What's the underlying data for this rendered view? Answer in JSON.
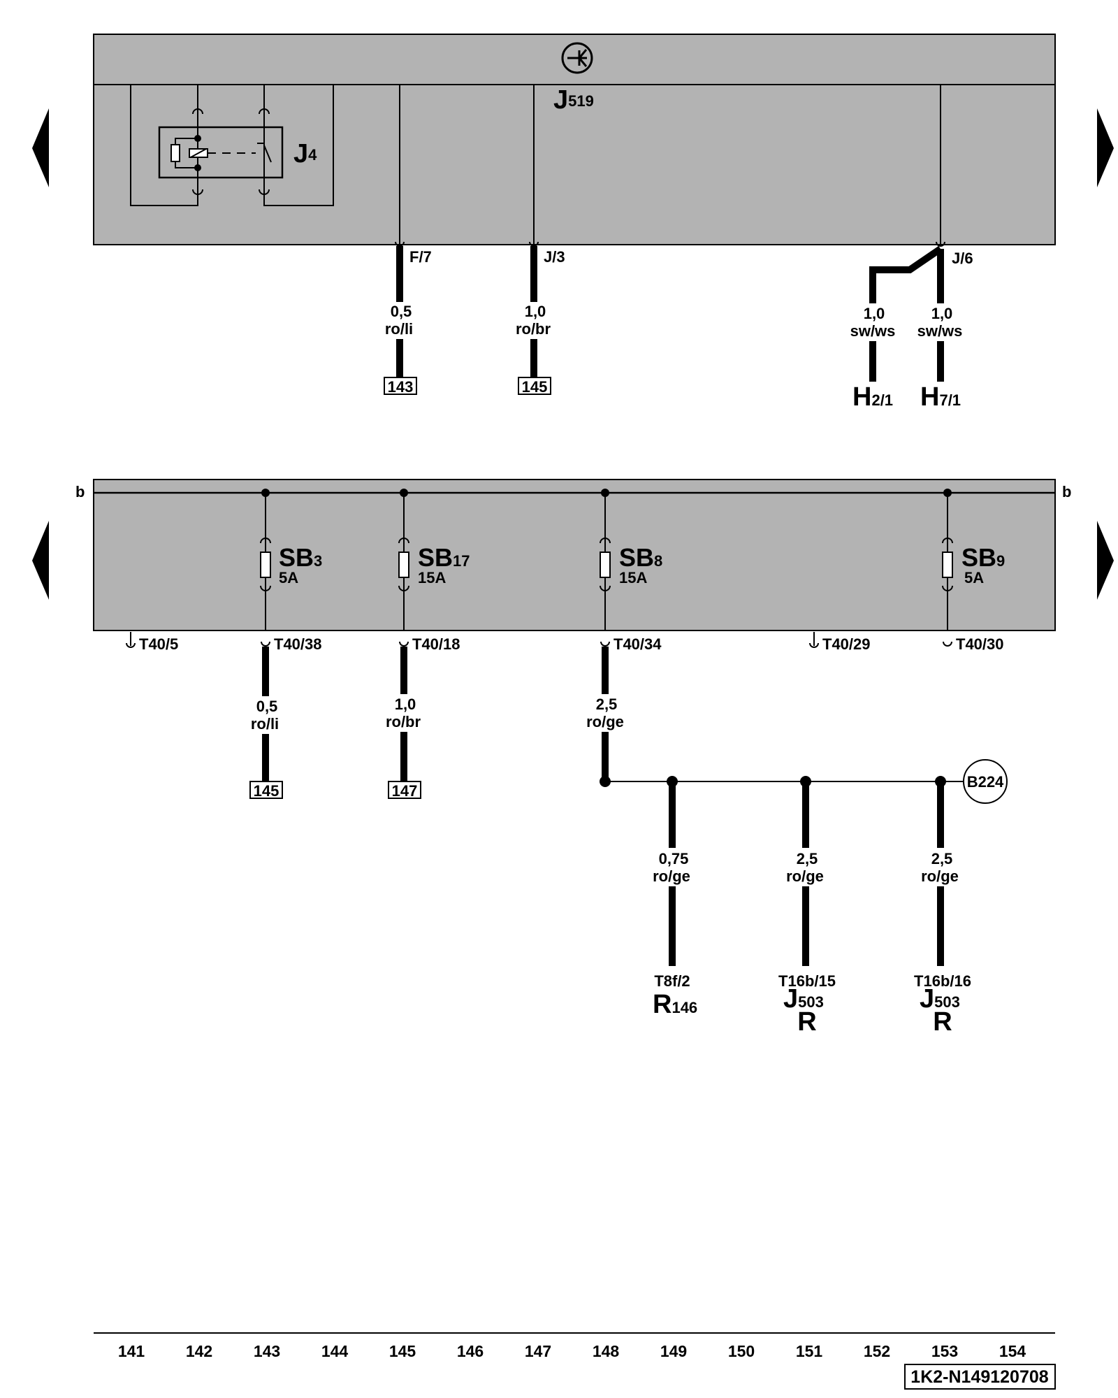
{
  "units": {
    "top": {
      "module": "J",
      "module_sub": "519",
      "relay": "J",
      "relay_sub": "4",
      "pins": [
        "F/7",
        "J/3",
        "J/6"
      ]
    },
    "bottom": {
      "bus_left": "b",
      "bus_right": "b",
      "fuses": [
        {
          "name": "SB",
          "sub": "3",
          "rating": "5A"
        },
        {
          "name": "SB",
          "sub": "17",
          "rating": "15A"
        },
        {
          "name": "SB",
          "sub": "8",
          "rating": "15A"
        },
        {
          "name": "SB",
          "sub": "9",
          "rating": "5A"
        }
      ],
      "pins": [
        "T40/5",
        "T40/38",
        "T40/18",
        "T40/34",
        "T40/29",
        "T40/30"
      ]
    }
  },
  "wires": [
    {
      "size": "0,5",
      "color": "ro/li"
    },
    {
      "size": "1,0",
      "color": "ro/br"
    },
    {
      "size": "1,0",
      "color": "sw/ws"
    },
    {
      "size": "1,0",
      "color": "sw/ws"
    },
    {
      "size": "0,5",
      "color": "ro/li"
    },
    {
      "size": "1,0",
      "color": "ro/br"
    },
    {
      "size": "2,5",
      "color": "ro/ge"
    },
    {
      "size": "0,75",
      "color": "ro/ge"
    },
    {
      "size": "2,5",
      "color": "ro/ge"
    },
    {
      "size": "2,5",
      "color": "ro/ge"
    }
  ],
  "refs": [
    "143",
    "145",
    "145",
    "147"
  ],
  "components": [
    {
      "main": "H",
      "sub": "2/1"
    },
    {
      "main": "H",
      "sub": "7/1"
    }
  ],
  "ground_point": "B224",
  "endpoints": [
    {
      "pin": "T8f/2",
      "main": "R",
      "sub": "146",
      "extra": ""
    },
    {
      "pin": "T16b/15",
      "main": "J",
      "sub": "503",
      "extra": "R"
    },
    {
      "pin": "T16b/16",
      "main": "J",
      "sub": "503",
      "extra": "R"
    }
  ],
  "track_numbers": [
    "141",
    "142",
    "143",
    "144",
    "145",
    "146",
    "147",
    "148",
    "149",
    "150",
    "151",
    "152",
    "153",
    "154"
  ],
  "diagram_code": "1K2-N149120708",
  "colors": {
    "unit_fill": "#b3b3b3",
    "line": "#000000",
    "background": "#ffffff"
  }
}
